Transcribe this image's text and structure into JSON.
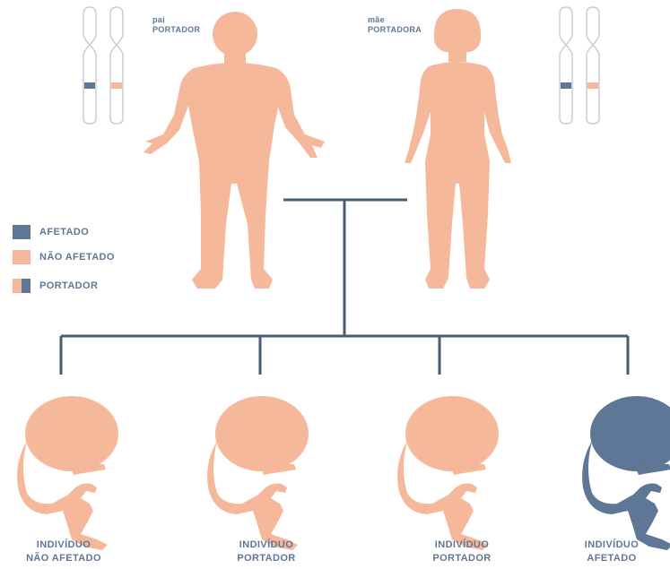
{
  "colors": {
    "affected": "#5f7796",
    "unaffected": "#f6b89b",
    "line": "#4a5c74",
    "text": "#5f7796",
    "chromosome_outline": "#c9ced6"
  },
  "parents": {
    "father": {
      "relation": "pai",
      "status": "PORTADOR"
    },
    "mother": {
      "relation": "mãe",
      "status": "PORTADORA"
    }
  },
  "legend": {
    "affected": "AFETADO",
    "unaffected": "NÃO AFETADO",
    "carrier": "PORTADOR"
  },
  "children": [
    {
      "line1": "INDIVÍDUO",
      "line2": "NÃO AFETADO",
      "state": "unaffected"
    },
    {
      "line1": "INDIVÍDUO",
      "line2": "PORTADOR",
      "state": "carrier"
    },
    {
      "line1": "INDIVÍDUO",
      "line2": "PORTADOR",
      "state": "carrier"
    },
    {
      "line1": "INDIVÍDUO",
      "line2": "AFETADO",
      "state": "affected"
    }
  ]
}
